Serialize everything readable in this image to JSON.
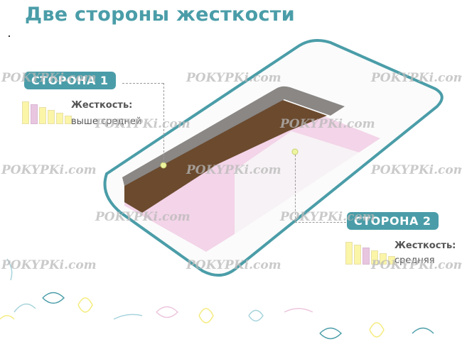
{
  "header": {
    "title": "Две стороны жесткости"
  },
  "side1": {
    "badge": "СТОРОНА 1",
    "firmness_label": "Жесткость:",
    "firmness_value": "выше средней",
    "bars": [
      {
        "h": 30,
        "c": "yellow"
      },
      {
        "h": 26,
        "c": "pink"
      },
      {
        "h": 22,
        "c": "yellow"
      },
      {
        "h": 18,
        "c": "yellow"
      },
      {
        "h": 14,
        "c": "yellow"
      },
      {
        "h": 10,
        "c": "yellow"
      }
    ]
  },
  "side2": {
    "badge": "СТОРОНА 2",
    "firmness_label": "Жесткость:",
    "firmness_value": "средняя",
    "bars": [
      {
        "h": 30,
        "c": "yellow"
      },
      {
        "h": 26,
        "c": "yellow"
      },
      {
        "h": 22,
        "c": "pink"
      },
      {
        "h": 18,
        "c": "yellow"
      },
      {
        "h": 14,
        "c": "yellow"
      },
      {
        "h": 10,
        "c": "yellow"
      }
    ]
  },
  "watermark": "POKYPKi.com",
  "colors": {
    "accent": "#4a9da8",
    "foam": "#f3d4e8",
    "coir": "#6b4a2e",
    "felt": "#8a8785",
    "marker": "#eef5a0"
  }
}
